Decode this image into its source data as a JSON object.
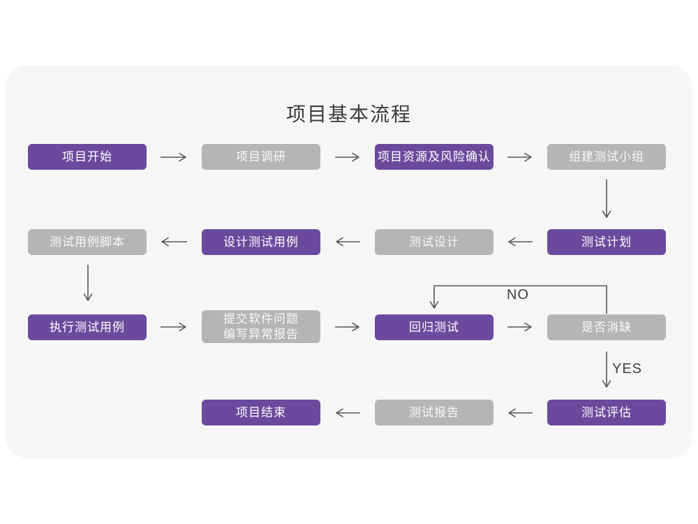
{
  "title": "项目基本流程",
  "colors": {
    "page_background": "#ffffff",
    "card_background": "#f6f6f6",
    "node_purple": "#6b4a9d",
    "node_gray": "#b5b5b5",
    "node_text": "#ffffff",
    "arrow": "#555555",
    "title_text": "#3c3c3c"
  },
  "edge_labels": {
    "no": "NO",
    "yes": "YES"
  },
  "nodes": [
    {
      "id": "project-start",
      "label": "项目开始",
      "variant": "purple"
    },
    {
      "id": "project-research",
      "label": "项目调研",
      "variant": "gray"
    },
    {
      "id": "resources-risk",
      "label": "项目资源及风险确认",
      "variant": "purple"
    },
    {
      "id": "build-test-team",
      "label": "组建测试小组",
      "variant": "gray"
    },
    {
      "id": "test-case-script",
      "label": "测试用例脚本",
      "variant": "gray"
    },
    {
      "id": "design-test-case",
      "label": "设计测试用例",
      "variant": "purple"
    },
    {
      "id": "test-design",
      "label": "测试设计",
      "variant": "gray"
    },
    {
      "id": "test-plan",
      "label": "测试计划",
      "variant": "purple"
    },
    {
      "id": "run-test-case",
      "label": "执行测试用例",
      "variant": "purple"
    },
    {
      "id": "submit-issue-report",
      "lines": [
        "提交软件问题",
        "编写异常报告"
      ],
      "variant": "gray"
    },
    {
      "id": "regression-test",
      "label": "回归测试",
      "variant": "purple"
    },
    {
      "id": "defect-cleared",
      "label": "是否消缺",
      "variant": "gray"
    },
    {
      "id": "project-end",
      "label": "项目结束",
      "variant": "purple"
    },
    {
      "id": "test-report",
      "label": "测试报告",
      "variant": "gray"
    },
    {
      "id": "test-evaluation",
      "label": "测试评估",
      "variant": "purple"
    }
  ]
}
